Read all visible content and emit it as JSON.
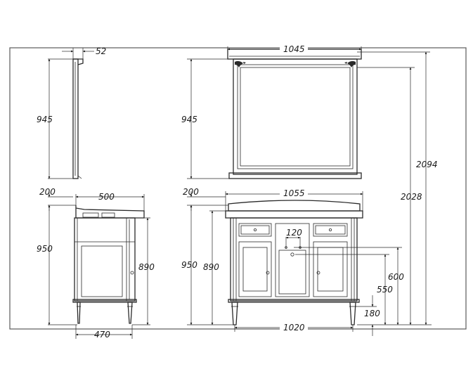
{
  "dimensions": {
    "side_mirror_depth": "52",
    "side_mirror_height": "945",
    "side_gap": "200",
    "side_top_depth": "500",
    "side_cabinet_height": "950",
    "side_body_height": "890",
    "side_base_depth": "470",
    "front_mirror_width": "1045",
    "front_mirror_height": "945",
    "front_gap": "200",
    "front_top_width": "1055",
    "front_cabinet_height": "950",
    "front_body_height": "890",
    "front_tap_spacing": "120",
    "front_base_width": "1020",
    "front_total_height": "2094",
    "front_mirror_top_height": "2028",
    "front_drain_height": "600",
    "front_inlet_height": "550",
    "front_floor_clearance": "180"
  }
}
